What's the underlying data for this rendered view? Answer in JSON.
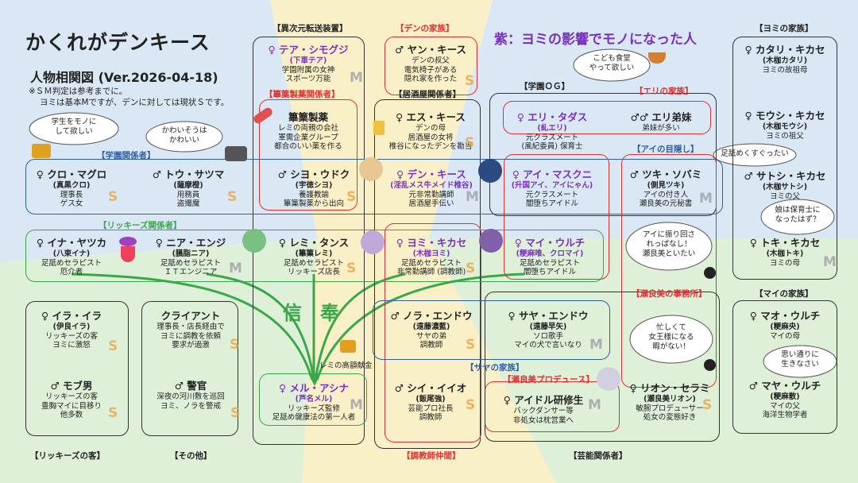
{
  "title": "かくれがデンキース",
  "subtitle": "人物相関図 (Ver.2026-04-18)",
  "notes": [
    "※ＳＭ判定は参考までに。",
    "ヨミは基本Mですが、デンに対しては現状Ｓです。"
  ],
  "legend_purple": "紫：ヨミの影響でモノになった人",
  "groups": {
    "isekai": "【異次元転送装置】",
    "den_family": "【デンの家族】",
    "yomi_family": "【ヨミの家族】",
    "hikkan": "【篳篥製薬関係者】",
    "izakaya": "【居酒屋関係者】",
    "gakuen_og": "【学園ＯＧ】",
    "eri_family": "【エリの家族】",
    "gakuen": "【学園関係者】",
    "ai_mekakushi": "【アイの目隠し】",
    "rikkies": "【リッキーズ関係者】",
    "serami_office": "【瀬良美の事務所】",
    "sei_family": "【サヤの家族】",
    "serami_produce": "【瀬良美プロデュース】",
    "mai_family": "【マイの家族】",
    "rikkies_guest": "【リッキーズの客】",
    "other": "【その他】",
    "choukyou": "【調教師仲間】",
    "geinou": "【芸能関係者】"
  },
  "people": [
    {
      "id": "tea",
      "name": "♀ テア・シモグジ",
      "nick": "(下車テア)",
      "desc": [
        "学園附属の女神",
        "スポーツ万能"
      ],
      "sm": "M",
      "purple": true
    },
    {
      "id": "yan",
      "name": "♂ ヤン・キース",
      "desc": [
        "デンの叔父",
        "電気椅子がある",
        "隠れ家を作った"
      ],
      "sm": "S"
    },
    {
      "id": "katari",
      "name": "♀ カタリ・キカセ",
      "nick": "(木枷カタリ)",
      "desc": [
        "ヨミの故祖母"
      ],
      "sm": ""
    },
    {
      "id": "hikkan",
      "name": "篳篥製薬",
      "desc": [
        "レミの両親の会社",
        "軍需企業グループ",
        "都合のいい薬を作る"
      ],
      "sm": ""
    },
    {
      "id": "es",
      "name": "♀ エス・キース",
      "desc": [
        "デンの母",
        "居酒屋の女将",
        "椎谷になったデンを勘当"
      ],
      "sm": "S"
    },
    {
      "id": "eri",
      "name": "♀ エリ・タダス",
      "nick": "(糺エリ)",
      "desc": [
        "元クラスメート",
        "(風紀委員) 保育士"
      ],
      "sm": "",
      "purple": true
    },
    {
      "id": "eri_bro",
      "name": "♂♂ エリ弟妹",
      "desc": [
        "弟妹が多い"
      ],
      "sm": ""
    },
    {
      "id": "mousi",
      "name": "♀ モウシ・キカセ",
      "nick": "(木枷モウシ)",
      "desc": [
        "ヨミの祖父"
      ],
      "sm": ""
    },
    {
      "id": "kuro",
      "name": "♀ クロ・マグロ",
      "nick": "(真黒クロ)",
      "desc": [
        "理事長",
        "ゲス女"
      ],
      "sm": "S"
    },
    {
      "id": "tou",
      "name": "♂ トウ・サツマ",
      "nick": "(薩摩橙)",
      "desc": [
        "用務員",
        "盗撮魔"
      ],
      "sm": "S"
    },
    {
      "id": "shio",
      "name": "♂ シヨ・ウドク",
      "nick": "(宇徳シヨ)",
      "desc": [
        "養護教諭",
        "篳篥製薬から出向"
      ],
      "sm": "S"
    },
    {
      "id": "den",
      "name": "♀ デン・キース",
      "nick": "(淫乱メス牛メイド椎谷)",
      "desc": [
        "元非常勤講師",
        "居酒屋手伝い"
      ],
      "sm": "M",
      "purple": true
    },
    {
      "id": "ai",
      "name": "♀ アイ・マスクニ",
      "nick": "(升国アイ、アイにゃん)",
      "desc": [
        "元クラスメート",
        "闇堕ちアイドル"
      ],
      "sm": "",
      "purple": true
    },
    {
      "id": "tsuki",
      "name": "♂ ツキ・ソバミ",
      "nick": "(側見ツキ)",
      "desc": [
        "アイの付き人",
        "瀬良美の元秘書"
      ],
      "sm": "M"
    },
    {
      "id": "satoshi",
      "name": "♂ サトシ・キカセ",
      "nick": "(木枷サトシ)",
      "desc": [
        "ヨミの父"
      ],
      "sm": ""
    },
    {
      "id": "ina",
      "name": "♀ イナ・ヤツカ",
      "nick": "(八束イナ)",
      "desc": [
        "足舐めセラピスト",
        "厄介者"
      ],
      "sm": "S"
    },
    {
      "id": "nia",
      "name": "♀ ニア・エンジ",
      "nick": "(臙脂ニア)",
      "desc": [
        "足舐めセラピスト",
        "ＩＴエンジニア"
      ],
      "sm": "M"
    },
    {
      "id": "remi",
      "name": "♀ レミ・タンス",
      "nick": "(篳篥レミ)",
      "desc": [
        "足舐めセラピスト",
        "リッキーズ店長"
      ],
      "sm": "S"
    },
    {
      "id": "yomi",
      "name": "♀ ヨミ・キカセ",
      "nick": "(木枷ヨミ)",
      "desc": [
        "足舐めセラピスト",
        "非常勤講師 (調教師)"
      ],
      "sm": "S",
      "purple": true
    },
    {
      "id": "mai",
      "name": "♀ マイ・ウルチ",
      "nick": "(粳麻唯、クロマイ)",
      "desc": [
        "足舐めセラピスト",
        "闇堕ちアイドル"
      ],
      "sm": "",
      "purple": true
    },
    {
      "id": "toki",
      "name": "♀ トキ・キカセ",
      "nick": "(木枷トキ)",
      "desc": [
        "ヨミの母"
      ],
      "sm": "M"
    },
    {
      "id": "ira",
      "name": "♀ イラ・イラ",
      "nick": "(伊良イラ)",
      "desc": [
        "リッキーズの客",
        "ヨミに激怒"
      ],
      "sm": "S"
    },
    {
      "id": "client",
      "name": "クライアント",
      "desc": [
        "理事長・店長経由で",
        "ヨミに調教を依頼",
        "要求が過激"
      ],
      "sm": "S"
    },
    {
      "id": "nora",
      "name": "♂ ノラ・エンドウ",
      "nick": "(遠藤濃藍)",
      "desc": [
        "サヤの弟",
        "調教師"
      ],
      "sm": "S"
    },
    {
      "id": "saya",
      "name": "♀ サヤ・エンドウ",
      "nick": "(遠藤早矢)",
      "desc": [
        "ソロ歌手",
        "マイの犬で言いなり"
      ],
      "sm": "M"
    },
    {
      "id": "mao",
      "name": "♀ マオ・ウルチ",
      "nick": "(粳麻央)",
      "desc": [
        "マイの母"
      ],
      "sm": ""
    },
    {
      "id": "mob",
      "name": "♂ モブ男",
      "desc": [
        "リッキーズの客",
        "豊胸マイに目移り",
        "他多数"
      ],
      "sm": "S"
    },
    {
      "id": "police",
      "name": "♂ 警官",
      "desc": [
        "深夜の河川敷を巡回",
        "ヨミ、ノラを警戒"
      ],
      "sm": "S"
    },
    {
      "id": "mel",
      "name": "♀ メル・アシナ",
      "nick": "(芦名メル)",
      "desc": [
        "リッキーズ監修",
        "足舐め健康法の第一人者"
      ],
      "sm": "M",
      "purple": true
    },
    {
      "id": "shii",
      "name": "♂ シイ・イイオ",
      "nick": "(飯尾強)",
      "desc": [
        "芸能プロ社長",
        "調教師"
      ],
      "sm": "S"
    },
    {
      "id": "idol",
      "name": "♀ アイドル研修生",
      "desc": [
        "バックダンサー等",
        "非処女は枕営業へ"
      ],
      "sm": "M"
    },
    {
      "id": "rion",
      "name": "♀ リオン・セラミ",
      "nick": "(瀬良美リオン)",
      "desc": [
        "敏腕プロデューサー",
        "処女の変態好き"
      ],
      "sm": "S"
    },
    {
      "id": "maya",
      "name": "♂ マヤ・ウルチ",
      "nick": "(粳麻散)",
      "desc": [
        "マイの父",
        "海洋生物学者"
      ],
      "sm": ""
    }
  ],
  "bubbles": [
    [
      "学生をモノに",
      "して欲しい"
    ],
    [
      "かわいそうは",
      "かわいい"
    ],
    [
      "こども食堂",
      "やって欲しい"
    ],
    [
      "足舐めくすぐったい"
    ],
    [
      "娘は保育士に",
      "なったはず？"
    ],
    [
      "アイに振り回さ",
      "れっぱなし！",
      "瀬良美といたい"
    ],
    [
      "忙しくて",
      "女王様になる",
      "暇がない！"
    ],
    [
      "思い通りに",
      "生きなさい"
    ]
  ],
  "shinpou": [
    "信",
    "奉"
  ],
  "kenkin": "レミの高額献金",
  "colors": {
    "red": "#e03030",
    "blue": "#2f5fa8",
    "green": "#3aa84a",
    "purple": "#7a30c0",
    "gray": "#9a9aa0",
    "orange": "#e8a040"
  }
}
